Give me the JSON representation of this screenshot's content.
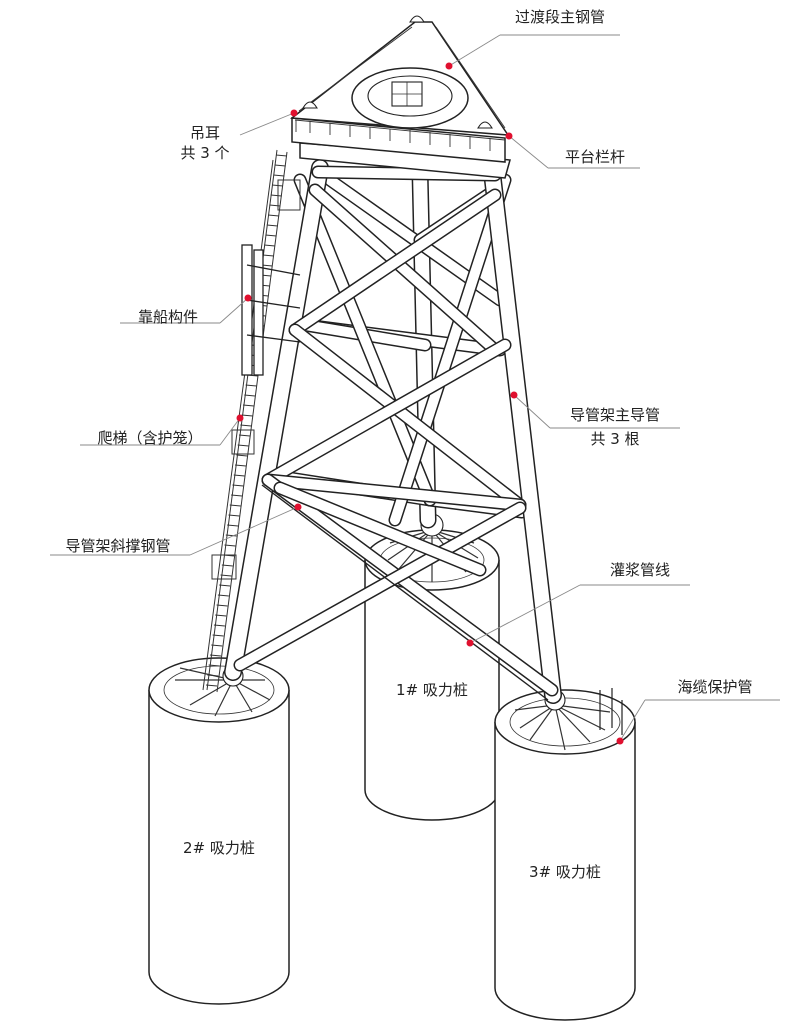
{
  "colors": {
    "marker": "#e0102f",
    "leader": "#8a8a8a",
    "line": "#222222"
  },
  "labels": {
    "transition": "过渡段主钢管",
    "railing": "平台栏杆",
    "lifting_eye_1": "吊耳",
    "lifting_eye_2": "共 3 个",
    "boat_landing": "靠船构件",
    "ladder": "爬梯（含护笼）",
    "main_leg_1": "导管架主导管",
    "main_leg_2": "共 3 根",
    "brace": "导管架斜撑钢管",
    "grout": "灌浆管线",
    "cable": "海缆保护管"
  },
  "piles": {
    "pile_1": "1# 吸力桩",
    "pile_2": "2# 吸力桩",
    "pile_3": "3# 吸力桩"
  }
}
